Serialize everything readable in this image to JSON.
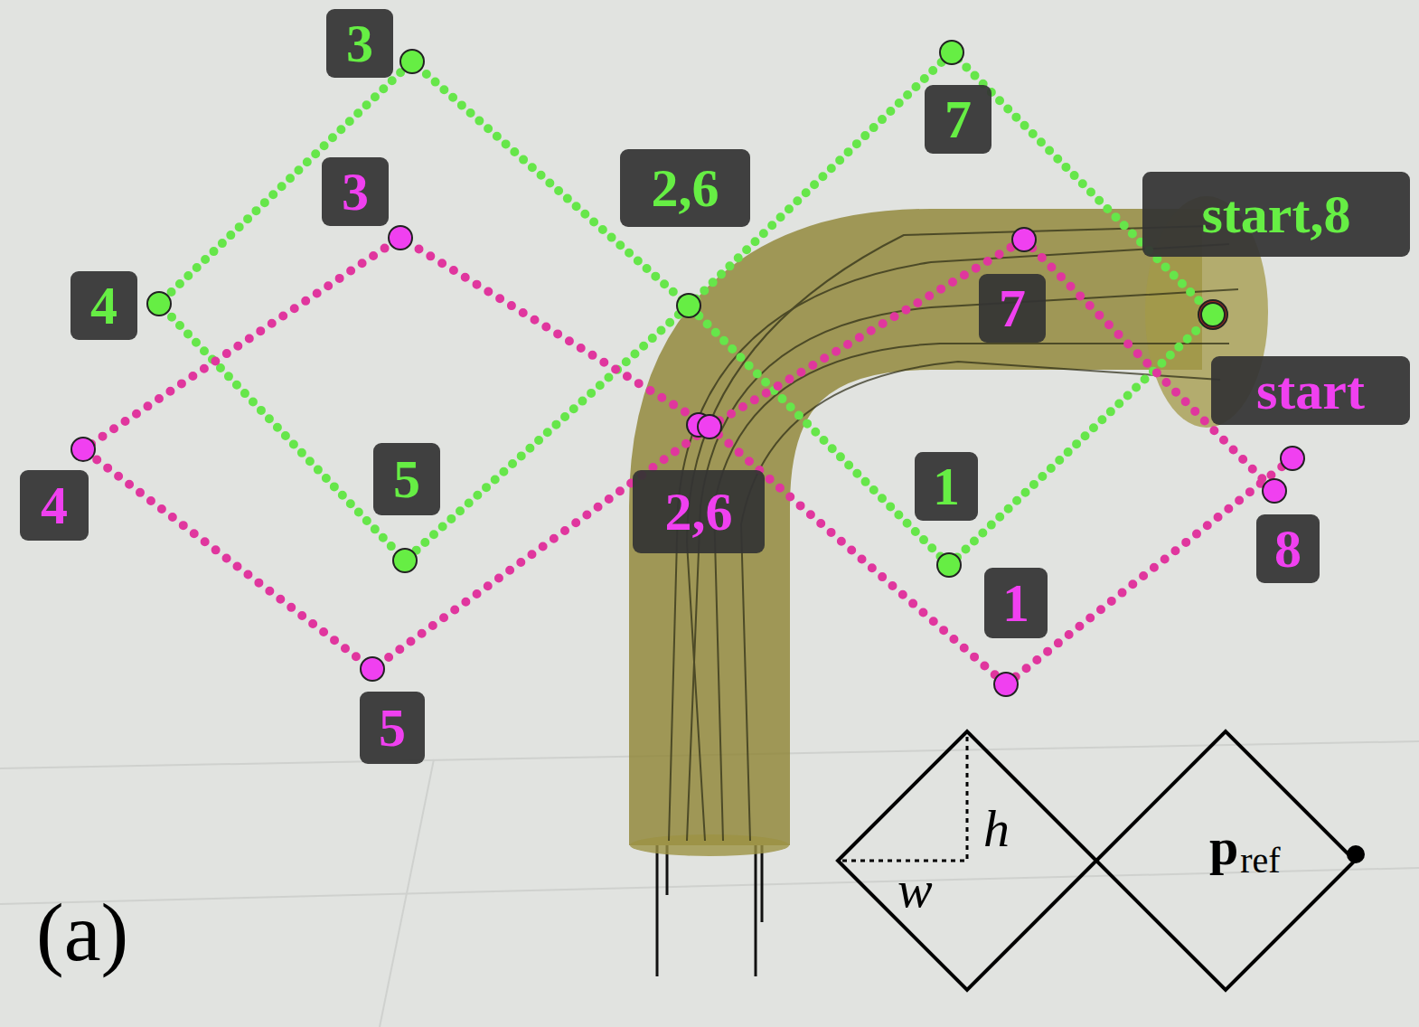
{
  "diagram": {
    "nodes": [
      {
        "text": [
          "3"
        ]
      },
      {
        "text": [
          "7"
        ]
      },
      {
        "text": [
          "3"
        ]
      },
      {
        "text": [
          "2,6"
        ]
      },
      {
        "text": [
          "start,8"
        ]
      },
      {
        "text": [
          "4"
        ]
      },
      {
        "text": [
          "7"
        ]
      },
      {
        "text": [
          "start"
        ]
      },
      {
        "text": [
          "5"
        ]
      },
      {
        "text": [
          "1"
        ]
      },
      {
        "text": [
          "4"
        ]
      },
      {
        "text": [
          "2,6"
        ]
      },
      {
        "text": [
          "8"
        ]
      },
      {
        "text": [
          "1"
        ]
      },
      {
        "text": [
          "5"
        ]
      }
    ],
    "labels": [
      "h",
      "w",
      "p",
      "ref",
      "(a)"
    ]
  }
}
